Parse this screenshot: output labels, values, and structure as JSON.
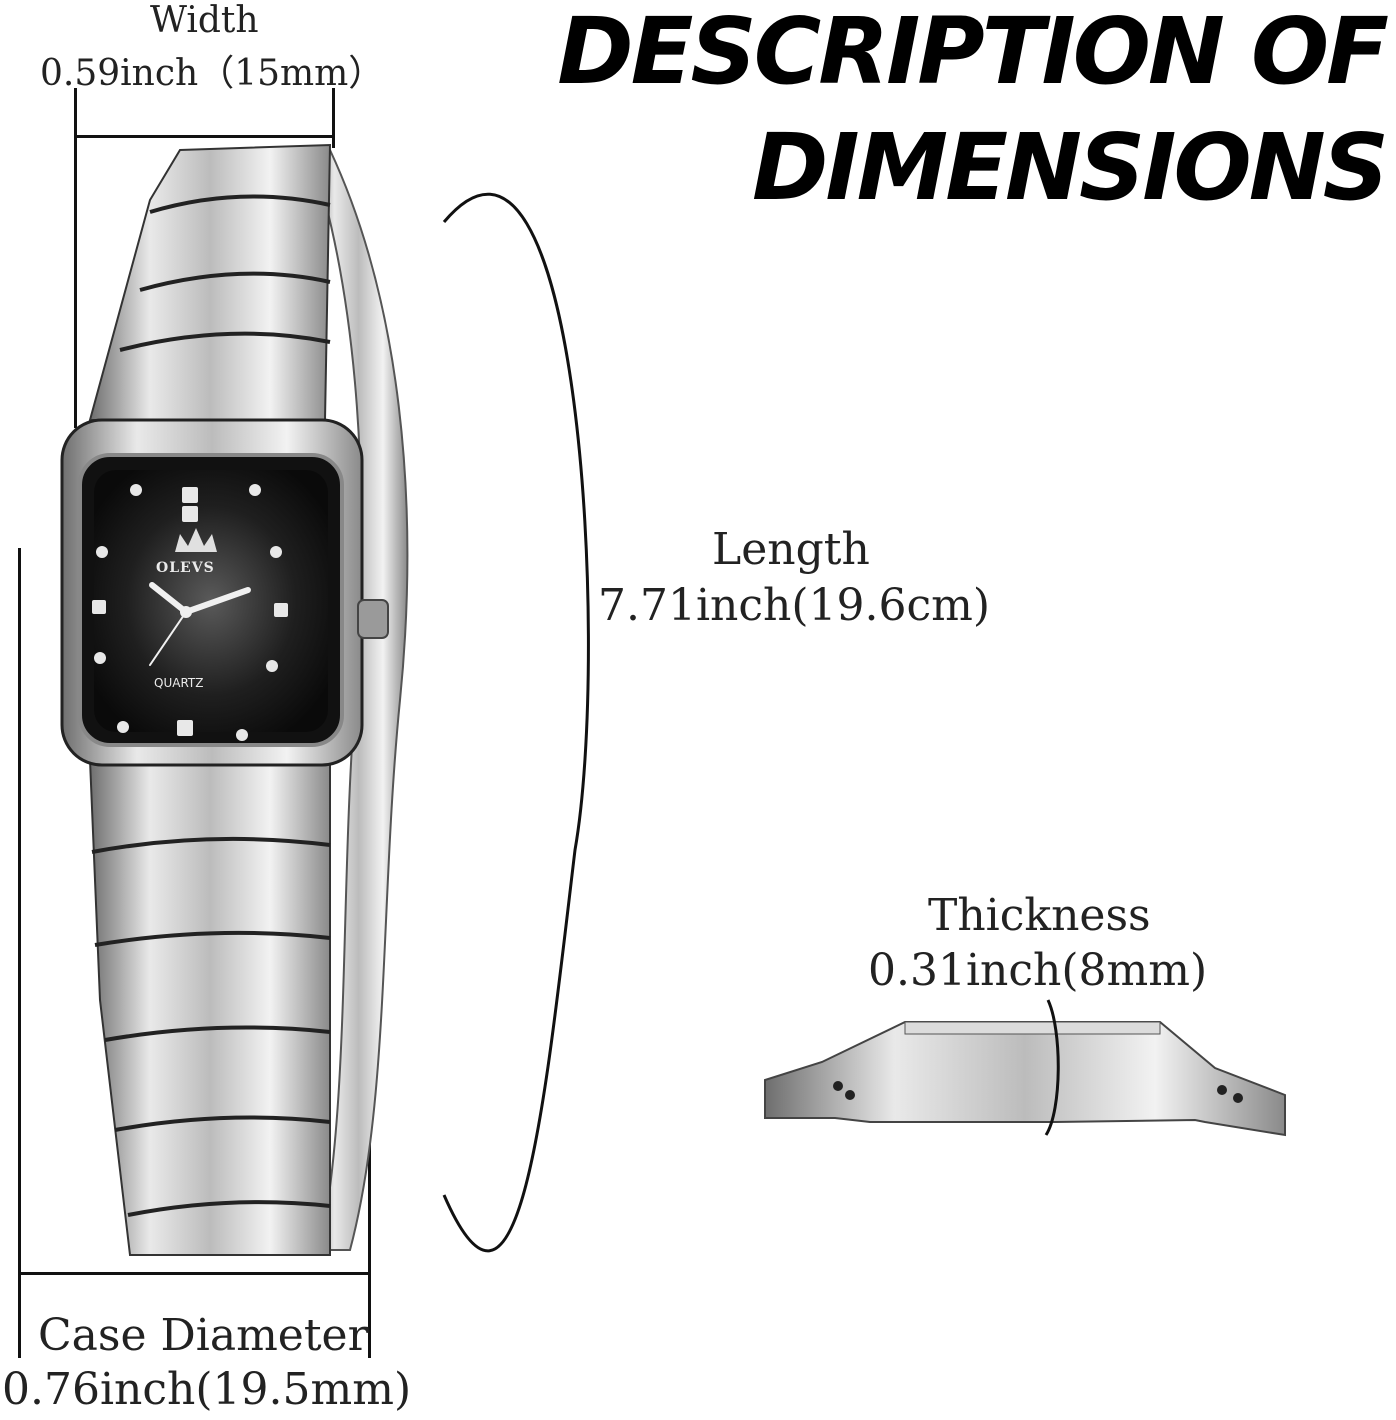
{
  "heading": {
    "line1": "DESCRIPTION OF",
    "line2": "DIMENSIONS"
  },
  "width": {
    "label": "Width",
    "value": "0.59inch（15mm）"
  },
  "length": {
    "label": "Length",
    "value": "7.71inch(19.6cm)"
  },
  "thickness": {
    "label": "Thickness",
    "value": "0.31inch(8mm)"
  },
  "case_diameter": {
    "label": "Case Diameter",
    "value": "0.76inch(19.5mm)"
  },
  "watch": {
    "brand": "OLEVS",
    "dial_text": "QUARTZ"
  },
  "colors": {
    "dial": "#1a1a1a",
    "metal": "#c9c9c9",
    "ink": "#111111"
  }
}
